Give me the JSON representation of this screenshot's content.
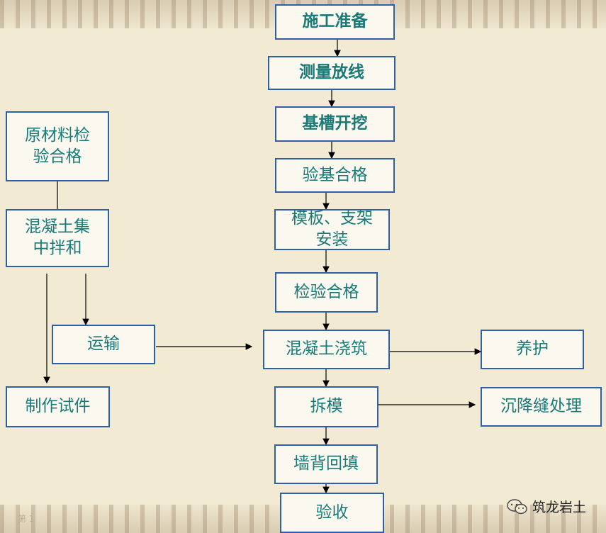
{
  "nodes": {
    "prep": "施工准备",
    "survey": "测量放线",
    "excavation": "基槽开挖",
    "foundation_check": "验基合格",
    "formwork": "模板、支架安装",
    "inspection": "检验合格",
    "pour": "混凝土浇筑",
    "curing": "养护",
    "demold": "拆模",
    "settlement": "沉降缝处理",
    "backfill": "墙背回填",
    "acceptance": "验收",
    "materials": "原材料检验合格",
    "mixing": "混凝土集中拌和",
    "transport": "运输",
    "specimens": "制作试件"
  },
  "footer": {
    "page_hint": "第 1"
  },
  "brand": {
    "name": "筑龙岩土",
    "icon": "wechat-icon"
  },
  "colors": {
    "border": "#2f5fa6",
    "text": "#1a7a77",
    "box_bg": "#fbf8f0",
    "page_bg": "#f3ead4"
  }
}
